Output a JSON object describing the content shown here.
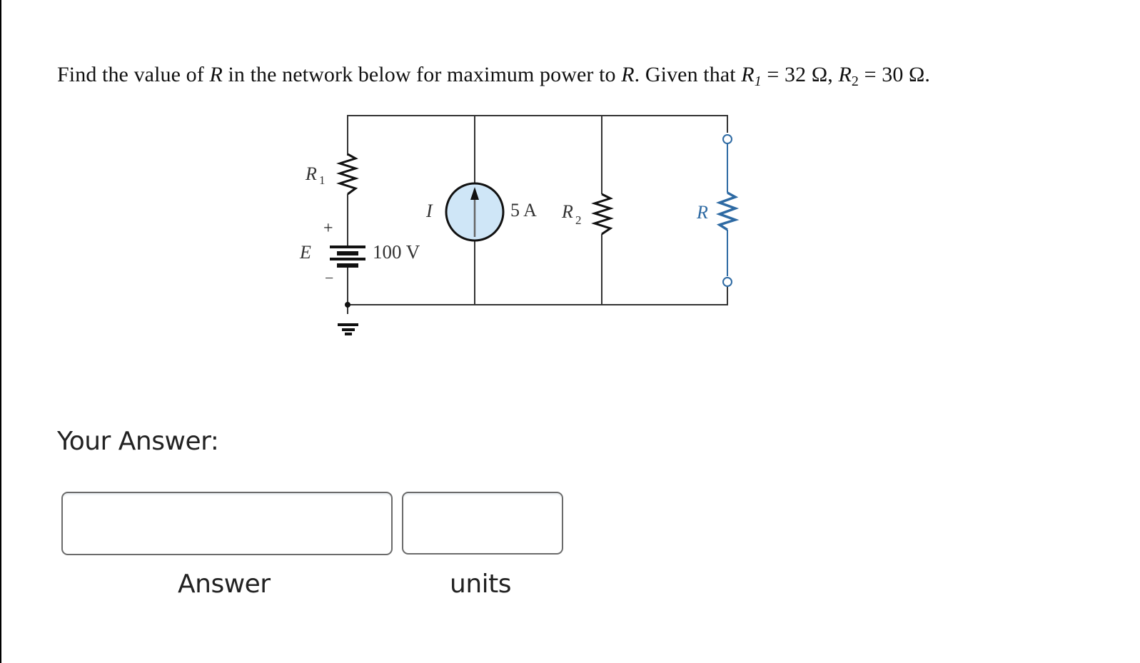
{
  "question": {
    "prefix": "Find the value of ",
    "var_R": "R",
    "middle": " in the network below for maximum power to ",
    "var_R2": "R",
    "given": ". Given that ",
    "r1_symbol": "R",
    "r1_sub": "1",
    "r1_value": " = 32 Ω, ",
    "r2_symbol": "R",
    "r2_sub": "2",
    "r2_value": " = 30 Ω."
  },
  "circuit": {
    "r1_label": "R",
    "r1_sub": "1",
    "source_plus": "+",
    "source_minus": "−",
    "source_label": "E",
    "source_value": "100 V",
    "current_label": "I",
    "current_value": "5 A",
    "r2_label": "R",
    "r2_sub": "2",
    "load_label": "R",
    "colors": {
      "wire": "#333333",
      "load": "#2e6aa3",
      "current_source_fill": "#cfe6f7"
    }
  },
  "answer_section": {
    "heading": "Your Answer:",
    "answer_input": {
      "value": "",
      "placeholder": ""
    },
    "units_input": {
      "value": "",
      "placeholder": ""
    },
    "answer_label": "Answer",
    "units_label": "units"
  }
}
